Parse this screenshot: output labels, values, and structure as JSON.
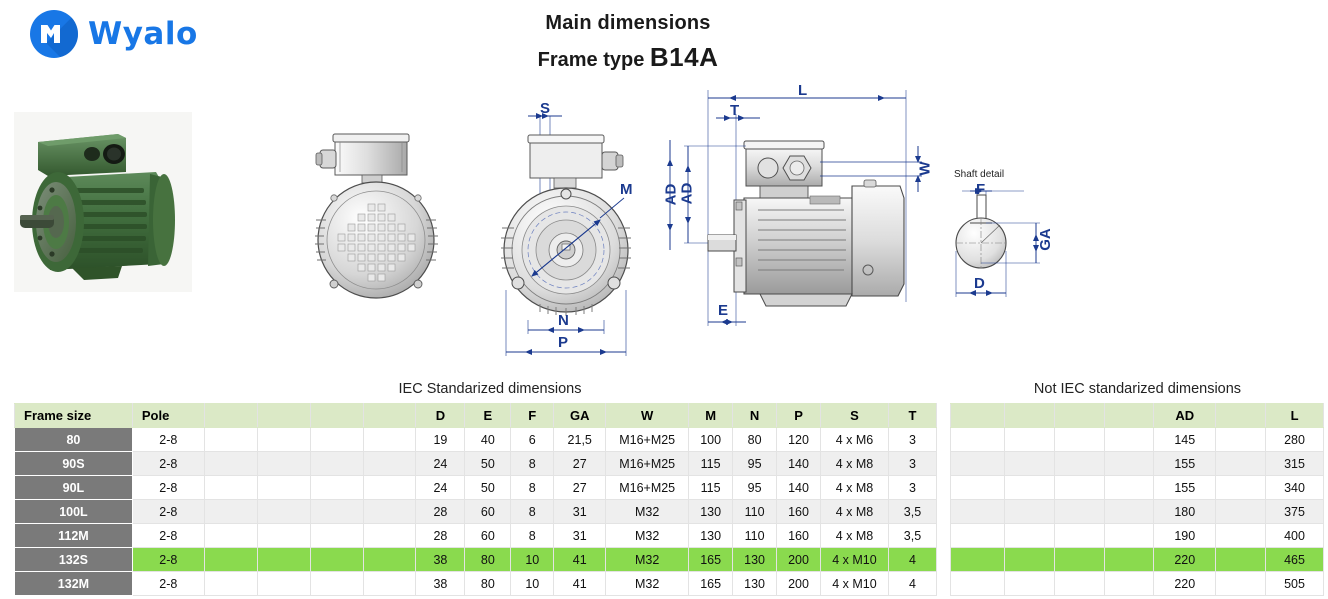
{
  "brand": {
    "name": "Wyalo",
    "mark_letter": "W",
    "color": "#1877e6"
  },
  "header": {
    "title": "Main dimensions",
    "subtitle_prefix": "Frame type",
    "frame_code": "B14A"
  },
  "drawings": {
    "photo_alt": "green electric motor photo",
    "rear_view_alt": "motor rear fan cover view",
    "front_view": {
      "labels": {
        "s": "S",
        "m": "M",
        "n": "N",
        "p": "P",
        "ad": "AD"
      }
    },
    "side_view": {
      "labels": {
        "l": "L",
        "t": "T",
        "w": "W",
        "ad": "AD",
        "e": "E"
      }
    },
    "shaft_detail": {
      "caption": "Shaft detail",
      "labels": {
        "f": "F",
        "ga": "GA",
        "d": "D"
      }
    }
  },
  "tables": {
    "iec": {
      "title": "IEC Standarized dimensions",
      "columns": [
        "Frame size",
        "Pole",
        "",
        "",
        "",
        "",
        "D",
        "E",
        "F",
        "GA",
        "W",
        "M",
        "N",
        "P",
        "S",
        "T"
      ],
      "rows": [
        {
          "highlight": false,
          "cells": [
            "80",
            "2-8",
            "",
            "",
            "",
            "",
            "19",
            "40",
            "6",
            "21,5",
            "M16+M25",
            "100",
            "80",
            "120",
            "4 x M6",
            "3"
          ]
        },
        {
          "highlight": false,
          "cells": [
            "90S",
            "2-8",
            "",
            "",
            "",
            "",
            "24",
            "50",
            "8",
            "27",
            "M16+M25",
            "115",
            "95",
            "140",
            "4 x M8",
            "3"
          ]
        },
        {
          "highlight": false,
          "cells": [
            "90L",
            "2-8",
            "",
            "",
            "",
            "",
            "24",
            "50",
            "8",
            "27",
            "M16+M25",
            "115",
            "95",
            "140",
            "4 x M8",
            "3"
          ]
        },
        {
          "highlight": false,
          "cells": [
            "100L",
            "2-8",
            "",
            "",
            "",
            "",
            "28",
            "60",
            "8",
            "31",
            "M32",
            "130",
            "110",
            "160",
            "4 x M8",
            "3,5"
          ]
        },
        {
          "highlight": false,
          "cells": [
            "112M",
            "2-8",
            "",
            "",
            "",
            "",
            "28",
            "60",
            "8",
            "31",
            "M32",
            "130",
            "110",
            "160",
            "4 x M8",
            "3,5"
          ]
        },
        {
          "highlight": true,
          "cells": [
            "132S",
            "2-8",
            "",
            "",
            "",
            "",
            "38",
            "80",
            "10",
            "41",
            "M32",
            "165",
            "130",
            "200",
            "4 x M10",
            "4"
          ]
        },
        {
          "highlight": false,
          "cells": [
            "132M",
            "2-8",
            "",
            "",
            "",
            "",
            "38",
            "80",
            "10",
            "41",
            "M32",
            "165",
            "130",
            "200",
            "4 x M10",
            "4"
          ]
        }
      ]
    },
    "not_iec": {
      "title": "Not IEC standarized dimensions",
      "columns": [
        "",
        "",
        "",
        "",
        "AD",
        "",
        "L"
      ],
      "rows": [
        {
          "highlight": false,
          "cells": [
            "",
            "",
            "",
            "",
            "145",
            "",
            "280"
          ]
        },
        {
          "highlight": false,
          "cells": [
            "",
            "",
            "",
            "",
            "155",
            "",
            "315"
          ]
        },
        {
          "highlight": false,
          "cells": [
            "",
            "",
            "",
            "",
            "155",
            "",
            "340"
          ]
        },
        {
          "highlight": false,
          "cells": [
            "",
            "",
            "",
            "",
            "180",
            "",
            "375"
          ]
        },
        {
          "highlight": false,
          "cells": [
            "",
            "",
            "",
            "",
            "190",
            "",
            "400"
          ]
        },
        {
          "highlight": true,
          "cells": [
            "",
            "",
            "",
            "",
            "220",
            "",
            "465"
          ]
        },
        {
          "highlight": false,
          "cells": [
            "",
            "",
            "",
            "",
            "220",
            "",
            "505"
          ]
        }
      ]
    }
  },
  "colors": {
    "header_green": "#dbe9c6",
    "highlight_green": "#8ada4e",
    "frame_gray": "#7a7a7a",
    "dimension_blue": "#1b3a8f",
    "brand_blue": "#1877e6"
  }
}
